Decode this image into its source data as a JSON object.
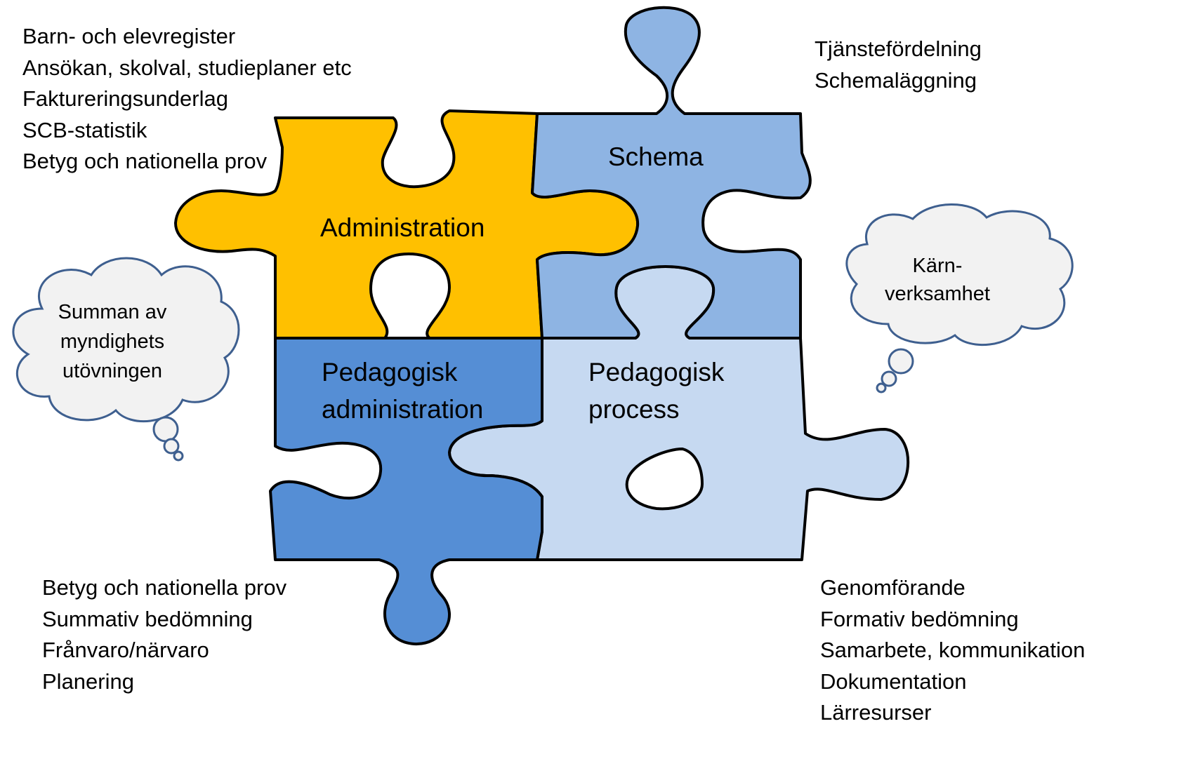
{
  "pieces": {
    "administration": {
      "label": "Administration",
      "color": "#FFC000"
    },
    "schema": {
      "label": "Schema",
      "color": "#8EB4E3"
    },
    "pedagogisk_administration": {
      "label_line1": "Pedagogisk",
      "label_line2": "administration",
      "color": "#558ED5"
    },
    "pedagogisk_process": {
      "label_line1": "Pedagogisk",
      "label_line2": "process",
      "color": "#C6D9F1"
    }
  },
  "lists": {
    "administration": [
      "Barn- och elevregister",
      "Ansökan, skolval, studieplaner  etc",
      "Faktureringsunderlag",
      "SCB-statistik",
      "Betyg och nationella prov"
    ],
    "schema": [
      "Tjänstefördelning",
      "Schemaläggning"
    ],
    "pedagogisk_administration": [
      "Betyg och nationella prov",
      "Summativ bedömning",
      "Frånvaro/närvaro",
      "Planering"
    ],
    "pedagogisk_process": [
      "Genomförande",
      "Formativ bedömning",
      "Samarbete, kommunikation",
      "Dokumentation",
      "Lärresurser"
    ]
  },
  "clouds": {
    "left": {
      "lines": [
        "Summan av",
        "myndighets",
        "utövningen"
      ]
    },
    "right": {
      "lines": [
        "Kärn-",
        "verksamhet"
      ]
    },
    "fill_color": "#F2F2F2",
    "stroke_color": "#3E5F8F"
  },
  "outline_color": "#000000"
}
